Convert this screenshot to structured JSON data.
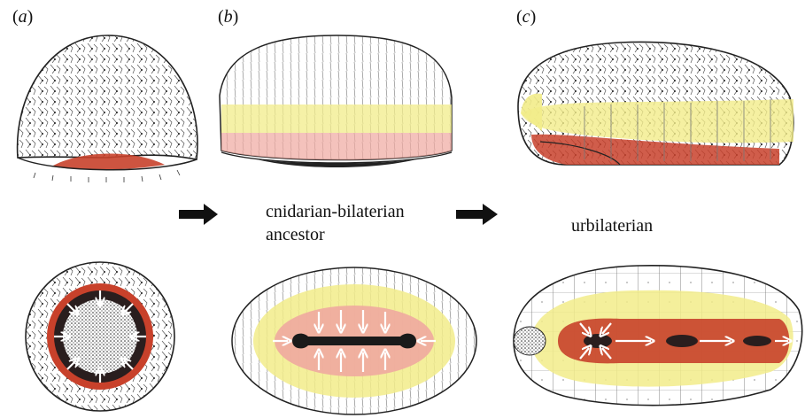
{
  "panels": [
    {
      "label_open": "(",
      "label_letter": "a",
      "label_close": ")"
    },
    {
      "label_open": "(",
      "label_letter": "b",
      "label_close": ")"
    },
    {
      "label_open": "(",
      "label_letter": "c",
      "label_close": ")"
    }
  ],
  "captions": {
    "middle_line1": "cnidarian-bilaterian",
    "middle_line2": "ancestor",
    "right": "urbilaterian"
  },
  "colors": {
    "blastopore_red": "#c8412b",
    "pink_zone": "#f0a8a0",
    "yellow_zone": "#f2ec8a",
    "arrow_black": "#111111",
    "line_gray": "#555555"
  }
}
